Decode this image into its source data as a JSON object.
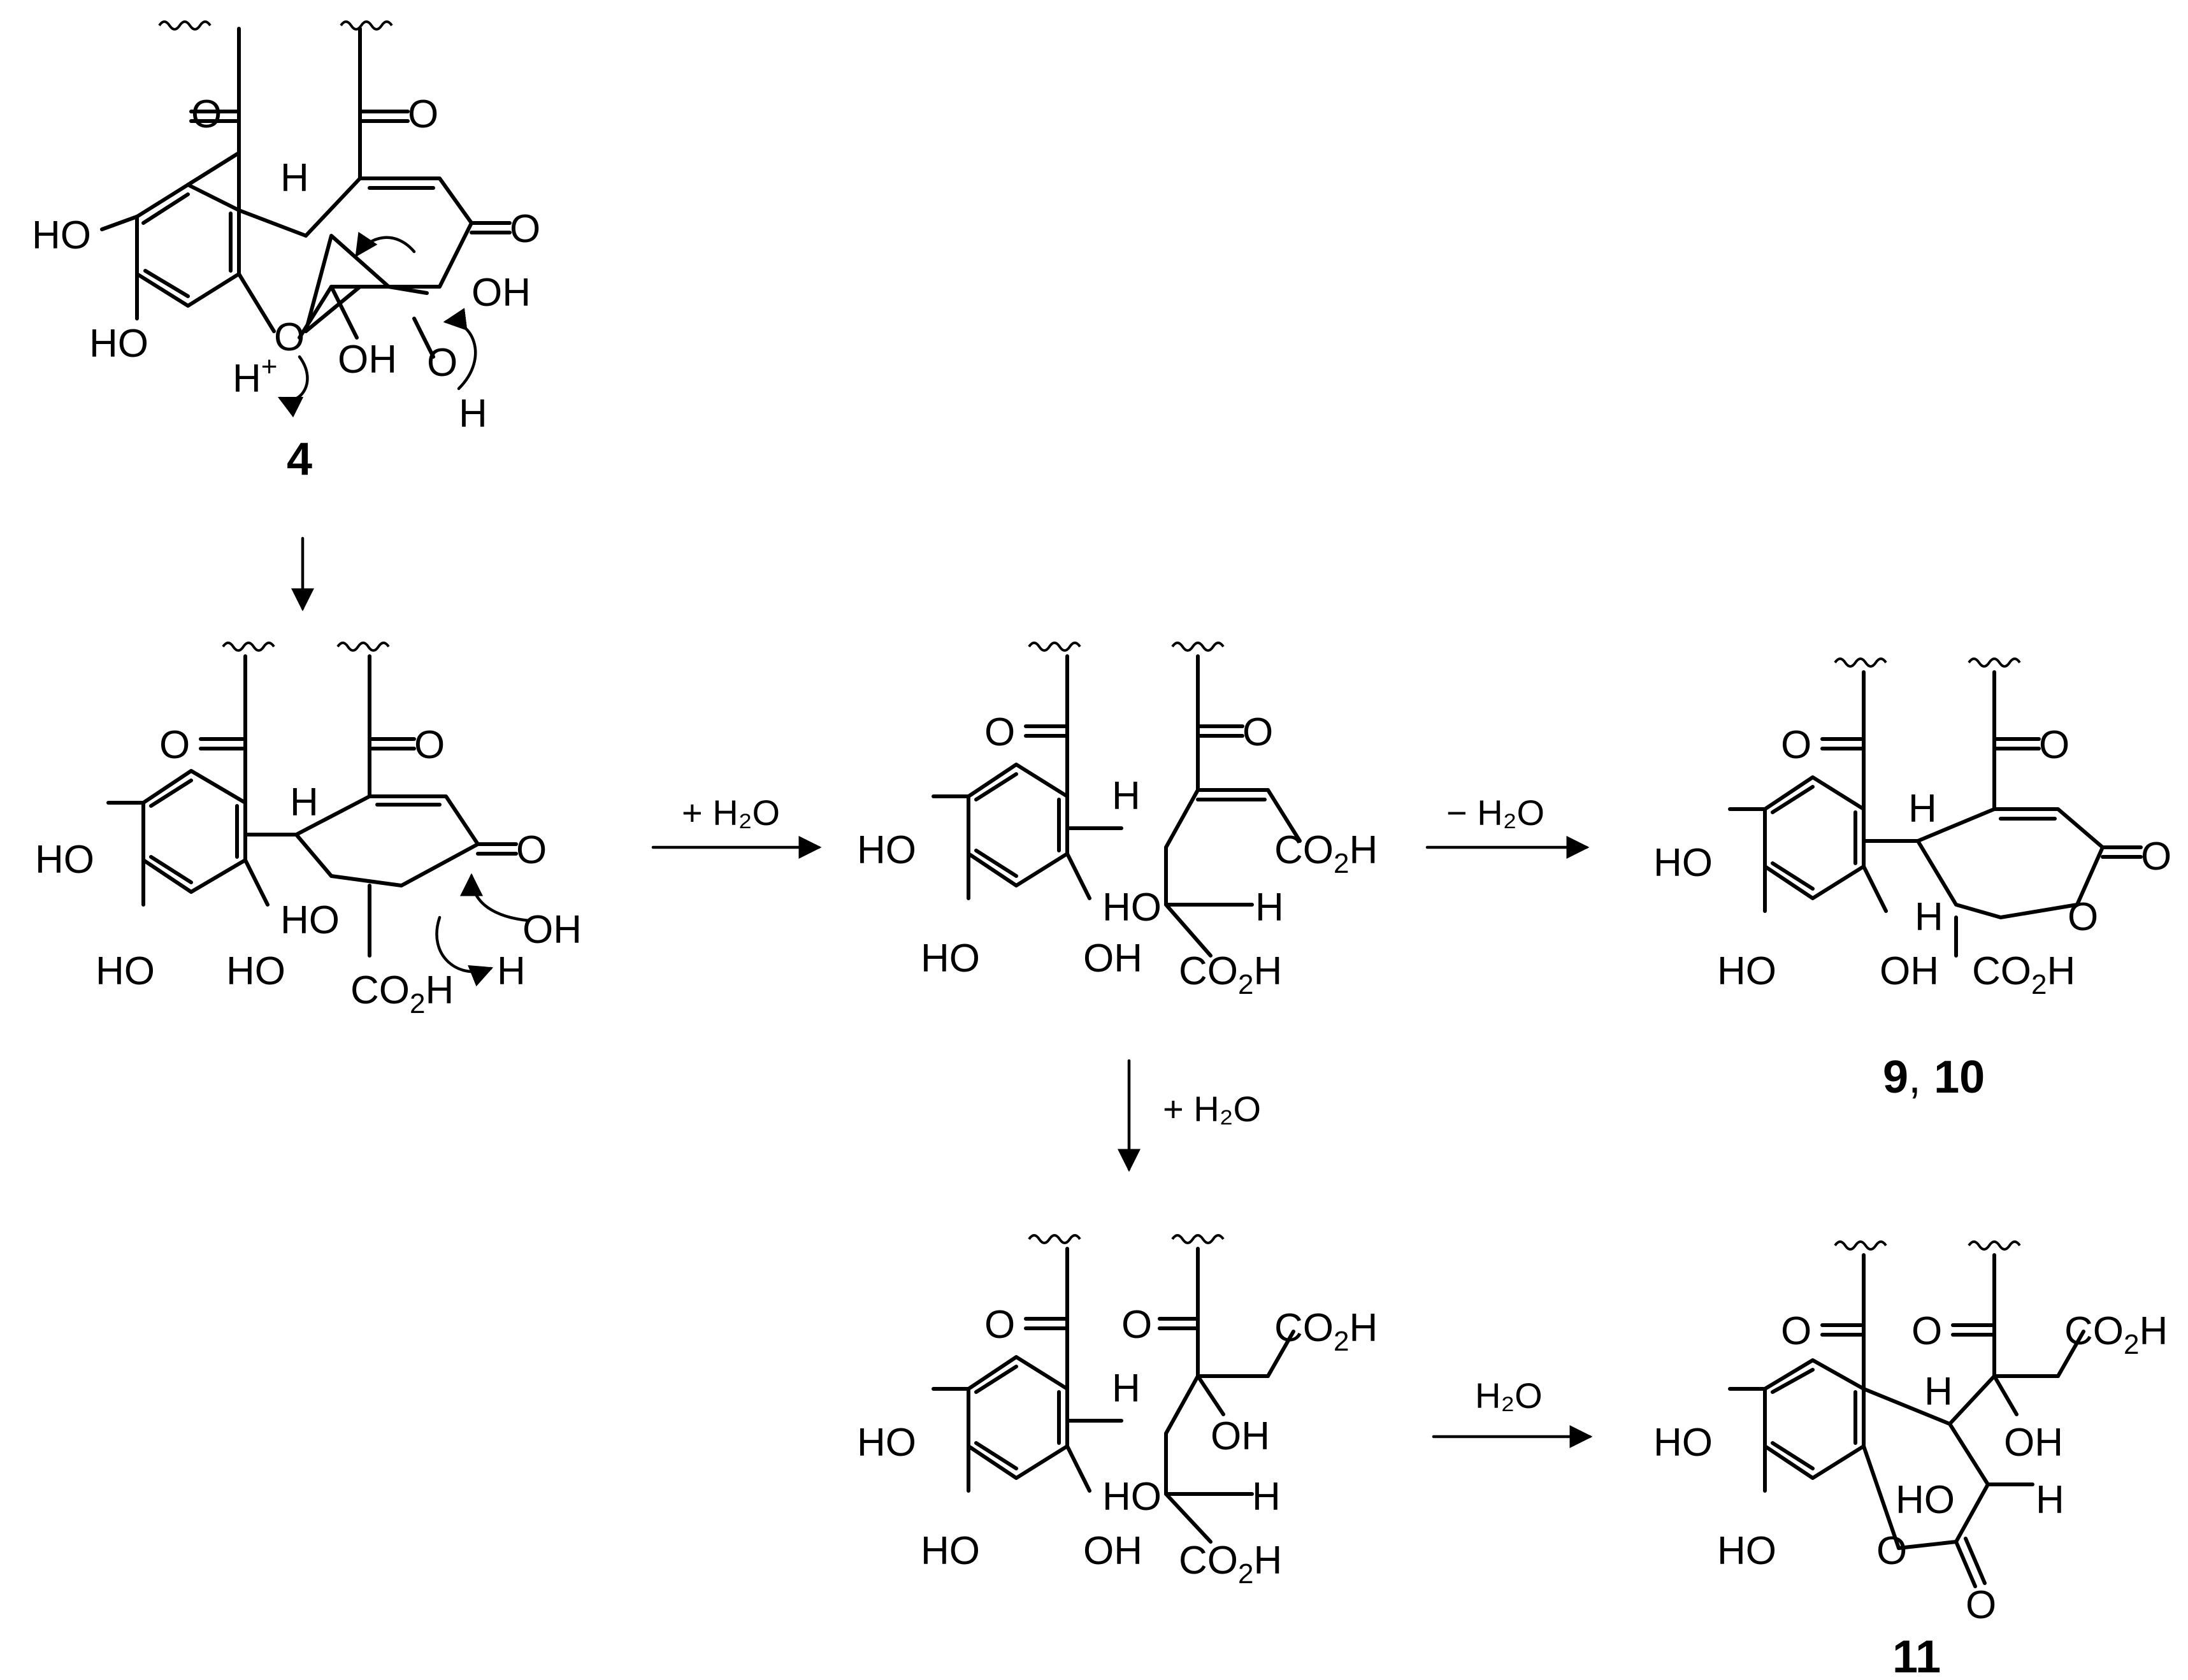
{
  "colors": {
    "ink": "#000000",
    "background": "#ffffff"
  },
  "compound_labels": {
    "c4": "4",
    "c9_10_a": "9",
    "c9_10_sep": ", ",
    "c9_10_b": "10",
    "c11": "11"
  },
  "conditions": {
    "add_water_top": "+ H₂O",
    "remove_water": "− H₂O",
    "add_water_down": "+ H₂O",
    "water_bottom": "H₂O"
  },
  "atoms": {
    "HO": "HO",
    "OH": "OH",
    "O": "O",
    "H": "H",
    "H_plus": "H",
    "plus": "+",
    "CO": "CO",
    "two": "2",
    "CO2H_tail": "H"
  }
}
